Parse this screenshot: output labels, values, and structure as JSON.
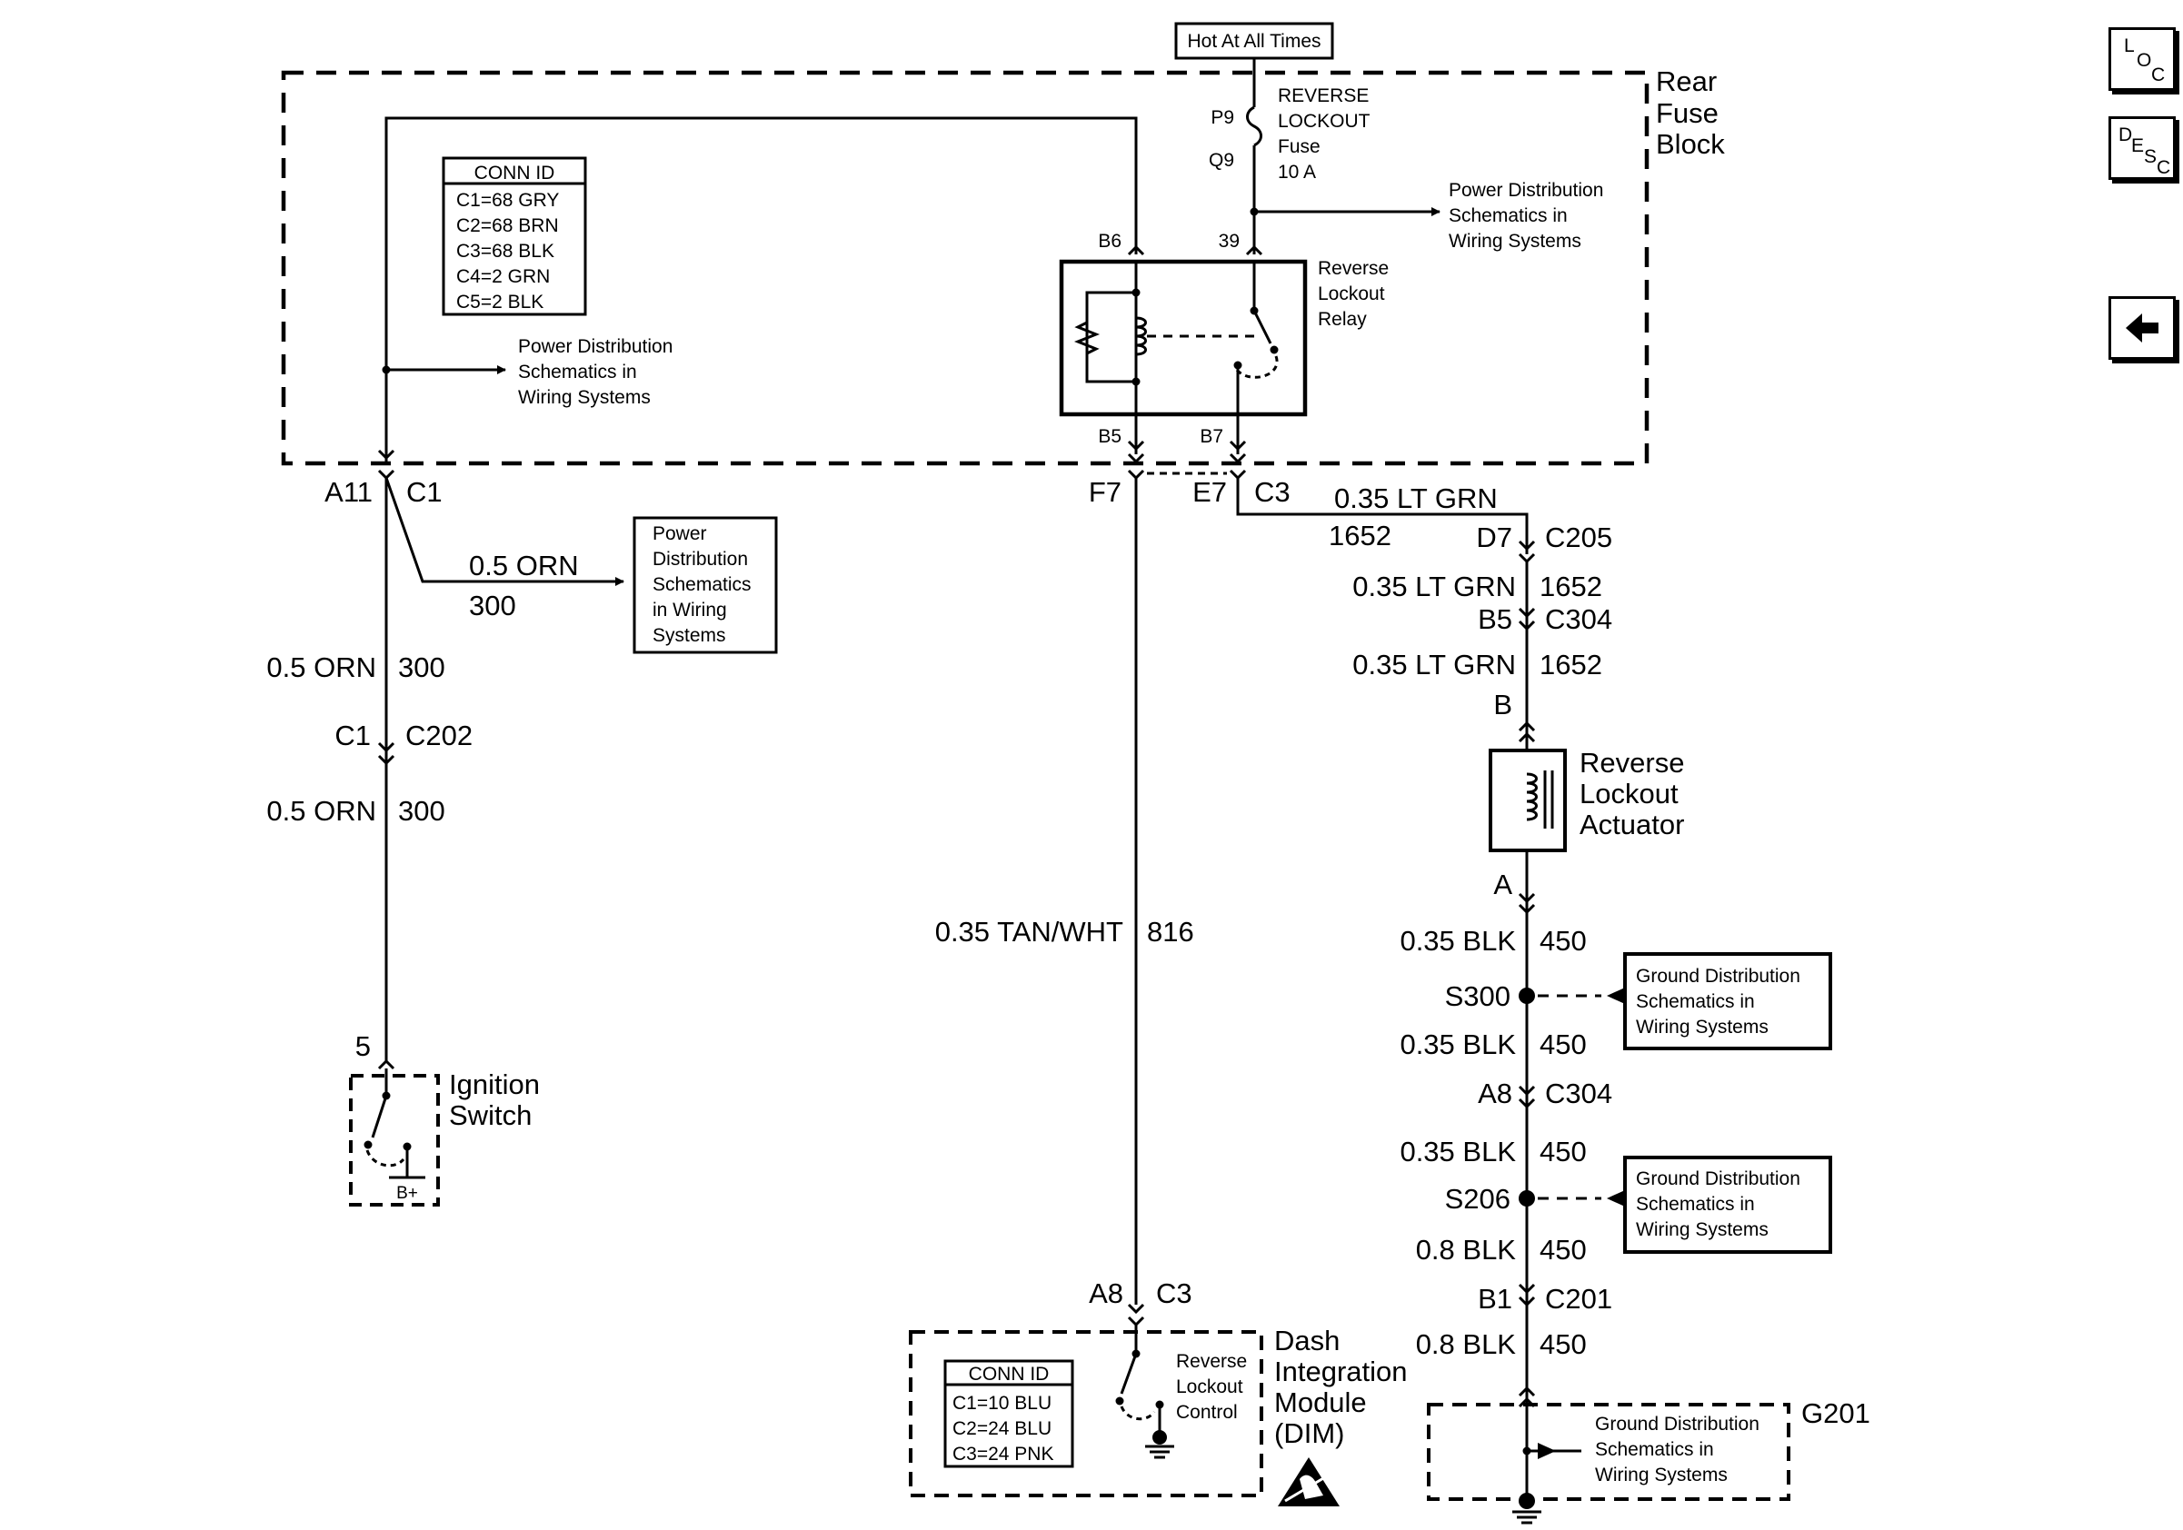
{
  "nav": {
    "loc": {
      "a": "L",
      "b": "O",
      "c": "C"
    },
    "desc": {
      "a": "D",
      "b": "E",
      "c": "S",
      "d": "C"
    },
    "back_icon": "left-arrow-icon"
  },
  "hot_label": "Hot At All Times",
  "rear_fuse_block": {
    "line1": "Rear",
    "line2": "Fuse",
    "line3": "Block"
  },
  "fuse": {
    "p9": "P9",
    "q9": "Q9",
    "name1": "REVERSE",
    "name2": "LOCKOUT",
    "name3": "Fuse",
    "rating": "10 A",
    "pin39": "39"
  },
  "pd_right": {
    "l1": "Power Distribution",
    "l2": "Schematics in",
    "l3": "Wiring Systems"
  },
  "pd_left": {
    "l1": "Power Distribution",
    "l2": "Schematics in",
    "l3": "Wiring Systems"
  },
  "relay": {
    "l1": "Reverse",
    "l2": "Lockout",
    "l3": "Relay",
    "b6": "B6",
    "b5": "B5",
    "b7": "B7"
  },
  "conn_fuse": {
    "title": "CONN ID",
    "rows": [
      "C1=68 GRY",
      "C2=68 BRN",
      "C3=68 BLK",
      "C4=2 GRN",
      "C5=2 BLK"
    ]
  },
  "left_circuit": {
    "a11": "A11",
    "c1": "C1",
    "branch_gauge": "0.5 ORN",
    "branch_num": "300",
    "pd_box": [
      "Power",
      "Distribution",
      "Schematics",
      "in Wiring",
      "Systems"
    ],
    "w1_gauge": "0.5 ORN",
    "w1_num": "300",
    "c1b": "C1",
    "c202": "C202",
    "w2_gauge": "0.5 ORN",
    "w2_num": "300",
    "pin5": "5",
    "ign1": "Ignition",
    "ign2": "Switch",
    "bplus": "B+"
  },
  "mid_circuit": {
    "f7": "F7",
    "e7": "E7",
    "c3": "C3",
    "gauge": "0.35 TAN/WHT",
    "num": "816",
    "a8": "A8",
    "c3b": "C3"
  },
  "dim": {
    "l1": "Dash",
    "l2": "Integration",
    "l3": "Module",
    "l4": "(DIM)",
    "ctrl1": "Reverse",
    "ctrl2": "Lockout",
    "ctrl3": "Control",
    "conn_title": "CONN ID",
    "conn_rows": [
      "C1=10 BLU",
      "C2=24 BLU",
      "C3=24 PNK"
    ]
  },
  "right_circuit": {
    "top_gauge": "0.35 LT GRN",
    "top_num": "1652",
    "d7": "D7",
    "c205": "C205",
    "w1_gauge": "0.35 LT GRN",
    "w1_num": "1652",
    "b5": "B5",
    "c304": "C304",
    "w2_gauge": "0.35 LT GRN",
    "w2_num": "1652",
    "pinB": "B",
    "act1": "Reverse",
    "act2": "Lockout",
    "act3": "Actuator",
    "pinA": "A",
    "w3_gauge": "0.35 BLK",
    "w3_num": "450",
    "s300": "S300",
    "w4_gauge": "0.35 BLK",
    "w4_num": "450",
    "a8": "A8",
    "c304b": "C304",
    "w5_gauge": "0.35 BLK",
    "w5_num": "450",
    "s206": "S206",
    "w6_gauge": "0.8 BLK",
    "w6_num": "450",
    "b1": "B1",
    "c201": "C201",
    "w7_gauge": "0.8 BLK",
    "w7_num": "450",
    "g201": "G201"
  },
  "gd1": {
    "l1": "Ground Distribution",
    "l2": "Schematics in",
    "l3": "Wiring Systems"
  },
  "gd2": {
    "l1": "Ground Distribution",
    "l2": "Schematics in",
    "l3": "Wiring Systems"
  },
  "gd3": {
    "l1": "Ground Distribution",
    "l2": "Schematics in",
    "l3": "Wiring Systems"
  },
  "esd_icon": "esd-warning-icon"
}
